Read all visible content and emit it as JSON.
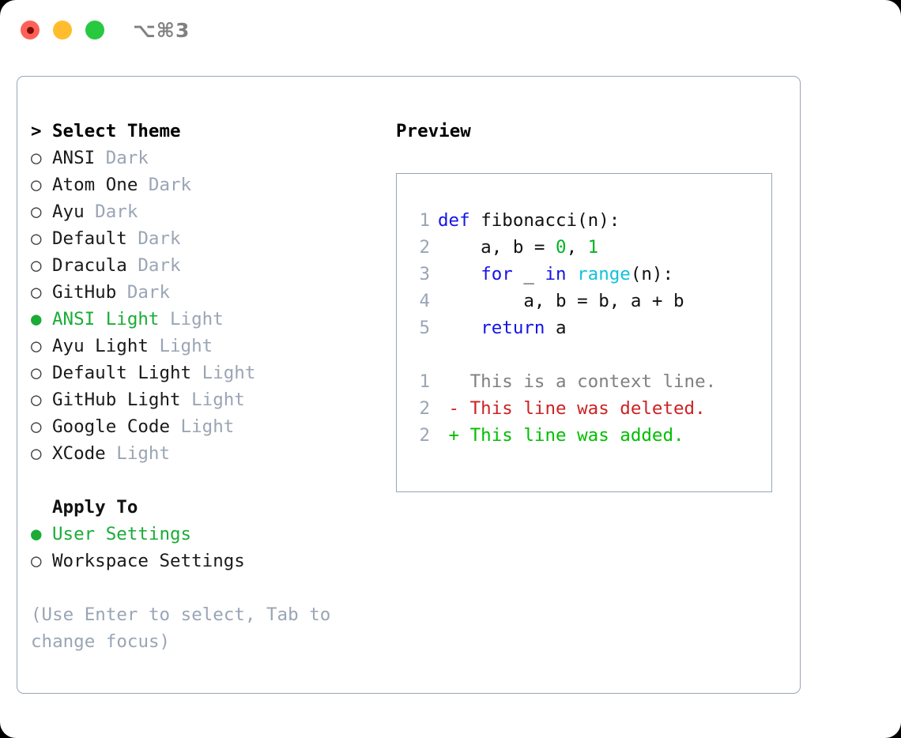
{
  "window": {
    "traffic_lights": [
      "close-red",
      "minimize-yellow",
      "maximize-green"
    ],
    "shortcut": "⌥⌘3"
  },
  "theme_list": {
    "heading": "Select Theme",
    "caret": ">",
    "bullet_selected": "●",
    "bullet_unselected": "○",
    "items": [
      {
        "name": "ANSI",
        "kind": "Dark",
        "selected": false
      },
      {
        "name": "Atom One",
        "kind": "Dark",
        "selected": false
      },
      {
        "name": "Ayu",
        "kind": "Dark",
        "selected": false
      },
      {
        "name": "Default",
        "kind": "Dark",
        "selected": false
      },
      {
        "name": "Dracula",
        "kind": "Dark",
        "selected": false
      },
      {
        "name": "GitHub",
        "kind": "Dark",
        "selected": false
      },
      {
        "name": "ANSI Light",
        "kind": "Light",
        "selected": true
      },
      {
        "name": "Ayu Light",
        "kind": "Light",
        "selected": false
      },
      {
        "name": "Default Light",
        "kind": "Light",
        "selected": false
      },
      {
        "name": "GitHub Light",
        "kind": "Light",
        "selected": false
      },
      {
        "name": "Google Code",
        "kind": "Light",
        "selected": false
      },
      {
        "name": "XCode",
        "kind": "Light",
        "selected": false
      }
    ]
  },
  "apply_to": {
    "heading": "Apply To",
    "items": [
      {
        "name": "User Settings",
        "selected": true
      },
      {
        "name": "Workspace Settings",
        "selected": false
      }
    ]
  },
  "hint": "(Use Enter to select, Tab to change focus)",
  "preview": {
    "title": "Preview",
    "code_lines": [
      {
        "no": "1",
        "tokens": [
          {
            "t": "def ",
            "c": "kw"
          },
          {
            "t": "fibonacci(n):",
            "c": "txt"
          }
        ]
      },
      {
        "no": "2",
        "tokens": [
          {
            "t": "    a, b = ",
            "c": "txt"
          },
          {
            "t": "0",
            "c": "num"
          },
          {
            "t": ", ",
            "c": "txt"
          },
          {
            "t": "1",
            "c": "num"
          }
        ]
      },
      {
        "no": "3",
        "tokens": [
          {
            "t": "    ",
            "c": "txt"
          },
          {
            "t": "for",
            "c": "kw"
          },
          {
            "t": " _ ",
            "c": "txt"
          },
          {
            "t": "in",
            "c": "kw"
          },
          {
            "t": " ",
            "c": "txt"
          },
          {
            "t": "range",
            "c": "bi"
          },
          {
            "t": "(n):",
            "c": "txt"
          }
        ]
      },
      {
        "no": "4",
        "tokens": [
          {
            "t": "        a, b = b, a + b",
            "c": "txt"
          }
        ]
      },
      {
        "no": "5",
        "tokens": [
          {
            "t": "    ",
            "c": "txt"
          },
          {
            "t": "return",
            "c": "kw"
          },
          {
            "t": " a",
            "c": "txt"
          }
        ]
      }
    ],
    "diff_lines": [
      {
        "no": "1",
        "marker": " ",
        "text": "This is a context line.",
        "kind": "ctx"
      },
      {
        "no": "2",
        "marker": "-",
        "text": "This line was deleted.",
        "kind": "del"
      },
      {
        "no": "2",
        "marker": "+",
        "text": "This line was added.",
        "kind": "add"
      }
    ]
  },
  "colors": {
    "accent_green": "#1aac36",
    "muted": "#9aa5b5",
    "keyword_blue": "#1414e6",
    "builtin_cyan": "#10c4d8",
    "number_green": "#00b425",
    "diff_add": "#00bf00",
    "diff_del": "#cc2222",
    "diff_ctx": "#808080",
    "border": "#9aa5b5",
    "light_red": "#ff6159",
    "light_yellow": "#ffbd2e",
    "light_green": "#28c840"
  }
}
